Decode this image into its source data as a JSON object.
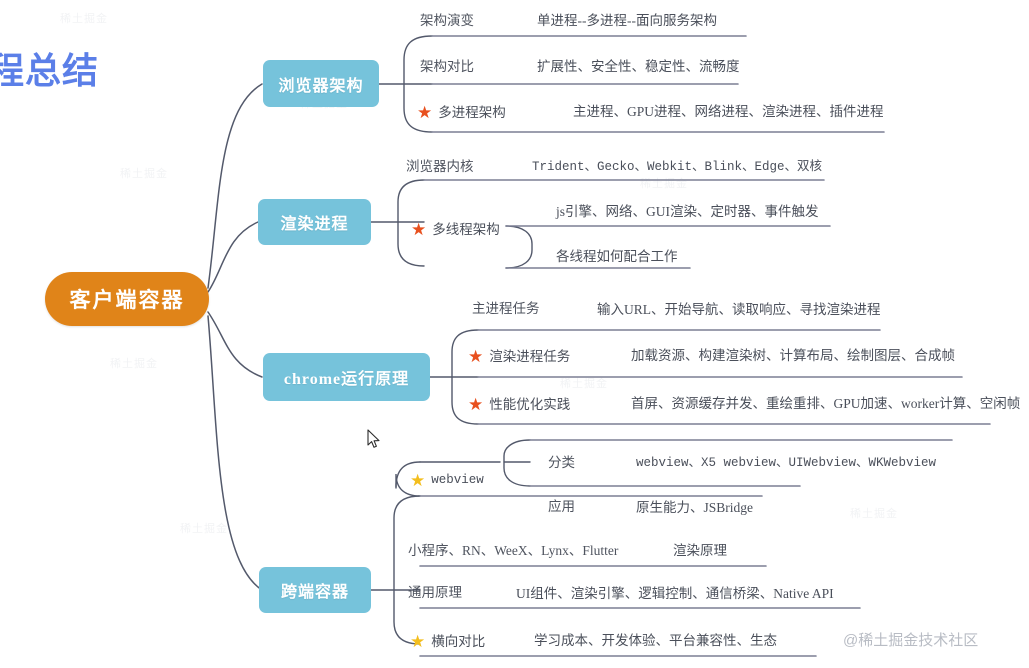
{
  "page": {
    "title": "程总结",
    "watermark": "@稀土掘金技术社区",
    "ghost_watermark": "稀土掘金"
  },
  "mindmap": {
    "center": {
      "label": "客户端容器"
    },
    "branches": [
      {
        "label": "浏览器架构",
        "children": [
          {
            "label": "架构演变",
            "star": "none",
            "detail": "单进程--多进程--面向服务架构"
          },
          {
            "label": "架构对比",
            "star": "none",
            "detail": "扩展性、安全性、稳定性、流畅度"
          },
          {
            "label": "多进程架构",
            "star": "orange",
            "detail": "主进程、GPU进程、网络进程、渲染进程、插件进程"
          }
        ]
      },
      {
        "label": "渲染进程",
        "children": [
          {
            "label": "浏览器内核",
            "star": "none",
            "detail": "Trident、Gecko、Webkit、Blink、Edge、双核"
          },
          {
            "label": "多线程架构",
            "star": "orange",
            "detail": "js引擎、网络、GUI渲染、定时器、事件触发"
          },
          {
            "label": "",
            "star": "none",
            "detail": "各线程如何配合工作"
          }
        ]
      },
      {
        "label": "chrome运行原理",
        "children": [
          {
            "label": "主进程任务",
            "star": "none",
            "detail": "输入URL、开始导航、读取响应、寻找渲染进程"
          },
          {
            "label": "渲染进程任务",
            "star": "orange",
            "detail": "加载资源、构建渲染树、计算布局、绘制图层、合成帧"
          },
          {
            "label": "性能优化实践",
            "star": "orange",
            "detail": "首屏、资源缓存并发、重绘重排、GPU加速、worker计算、空闲帧"
          }
        ]
      },
      {
        "label": "跨端容器",
        "children": [
          {
            "label": "webview",
            "star": "yellow",
            "detail": ""
          },
          {
            "label": "分类",
            "star": "none",
            "detail": "webview、X5 webview、UIWebview、WKWebview"
          },
          {
            "label": "应用",
            "star": "none",
            "detail": "原生能力、JSBridge"
          },
          {
            "label": "小程序、RN、WeeX、Lynx、Flutter",
            "star": "none",
            "detail": "渲染原理"
          },
          {
            "label": "通用原理",
            "star": "none",
            "detail": "UI组件、渲染引擎、逻辑控制、通信桥梁、Native API"
          },
          {
            "label": "横向对比",
            "star": "yellow",
            "detail": "学习成本、开发体验、平台兼容性、生态"
          }
        ]
      }
    ]
  },
  "colors": {
    "center_node": "#E08419",
    "branch_node": "#76C3DB",
    "link": "#53596b",
    "star_orange": "#E8501E",
    "star_yellow": "#F3BE1E",
    "title": "#5B7FE8",
    "text": "#4f545f"
  },
  "icons": {
    "star": "★",
    "cursor": "arrow-cursor"
  }
}
